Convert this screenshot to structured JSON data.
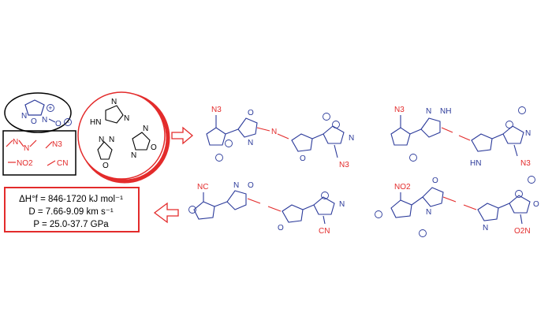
{
  "building_blocks": {
    "furoxan": {
      "atoms": [
        "N",
        "O",
        "N",
        "O"
      ],
      "charges": [
        "+",
        "−"
      ]
    },
    "groups": {
      "azo": [
        "N",
        "N"
      ],
      "azido": "N3",
      "nitro": "NO2",
      "cyano": "CN"
    },
    "heterocycles": {
      "triazole": {
        "atoms": [
          "N",
          "N",
          "HN"
        ]
      },
      "oxadiazole_134": {
        "atoms": [
          "N",
          "N",
          "O"
        ]
      },
      "oxadiazole_124": {
        "atoms": [
          "N",
          "N",
          "O"
        ]
      }
    }
  },
  "properties": {
    "heat_of_formation": "ΔH°f = 846-1720 kJ mol⁻¹",
    "detonation_velocity": "D = 7.66-9.09 km s⁻¹",
    "detonation_pressure": "P = 25.0-37.7 GPa"
  },
  "molecules": {
    "top_left": {
      "substituent_a": "N3",
      "substituent_b": "N3",
      "ring_atoms": [
        "O",
        "N",
        "N",
        "O",
        "N"
      ]
    },
    "top_right": {
      "substituent_a": "N3",
      "substituent_b": "N3",
      "ring_atoms": [
        "N",
        "NH",
        "HN",
        "N"
      ]
    },
    "bottom_left": {
      "substituent_a": "NC",
      "substituent_b": "CN",
      "ring_atoms": [
        "N",
        "O",
        "O",
        "N"
      ]
    },
    "bottom_right": {
      "substituent_a": "NO2",
      "substituent_b": "O2N",
      "ring_atoms": [
        "O",
        "N",
        "N",
        "O"
      ]
    }
  },
  "atom_labels": {
    "N": "N",
    "O": "O",
    "NH": "NH",
    "HN": "HN"
  },
  "charges": {
    "plus": "+",
    "minus": "−"
  },
  "colors": {
    "blue": "#2b3a9a",
    "red": "#e32b2b",
    "black": "#000000"
  }
}
